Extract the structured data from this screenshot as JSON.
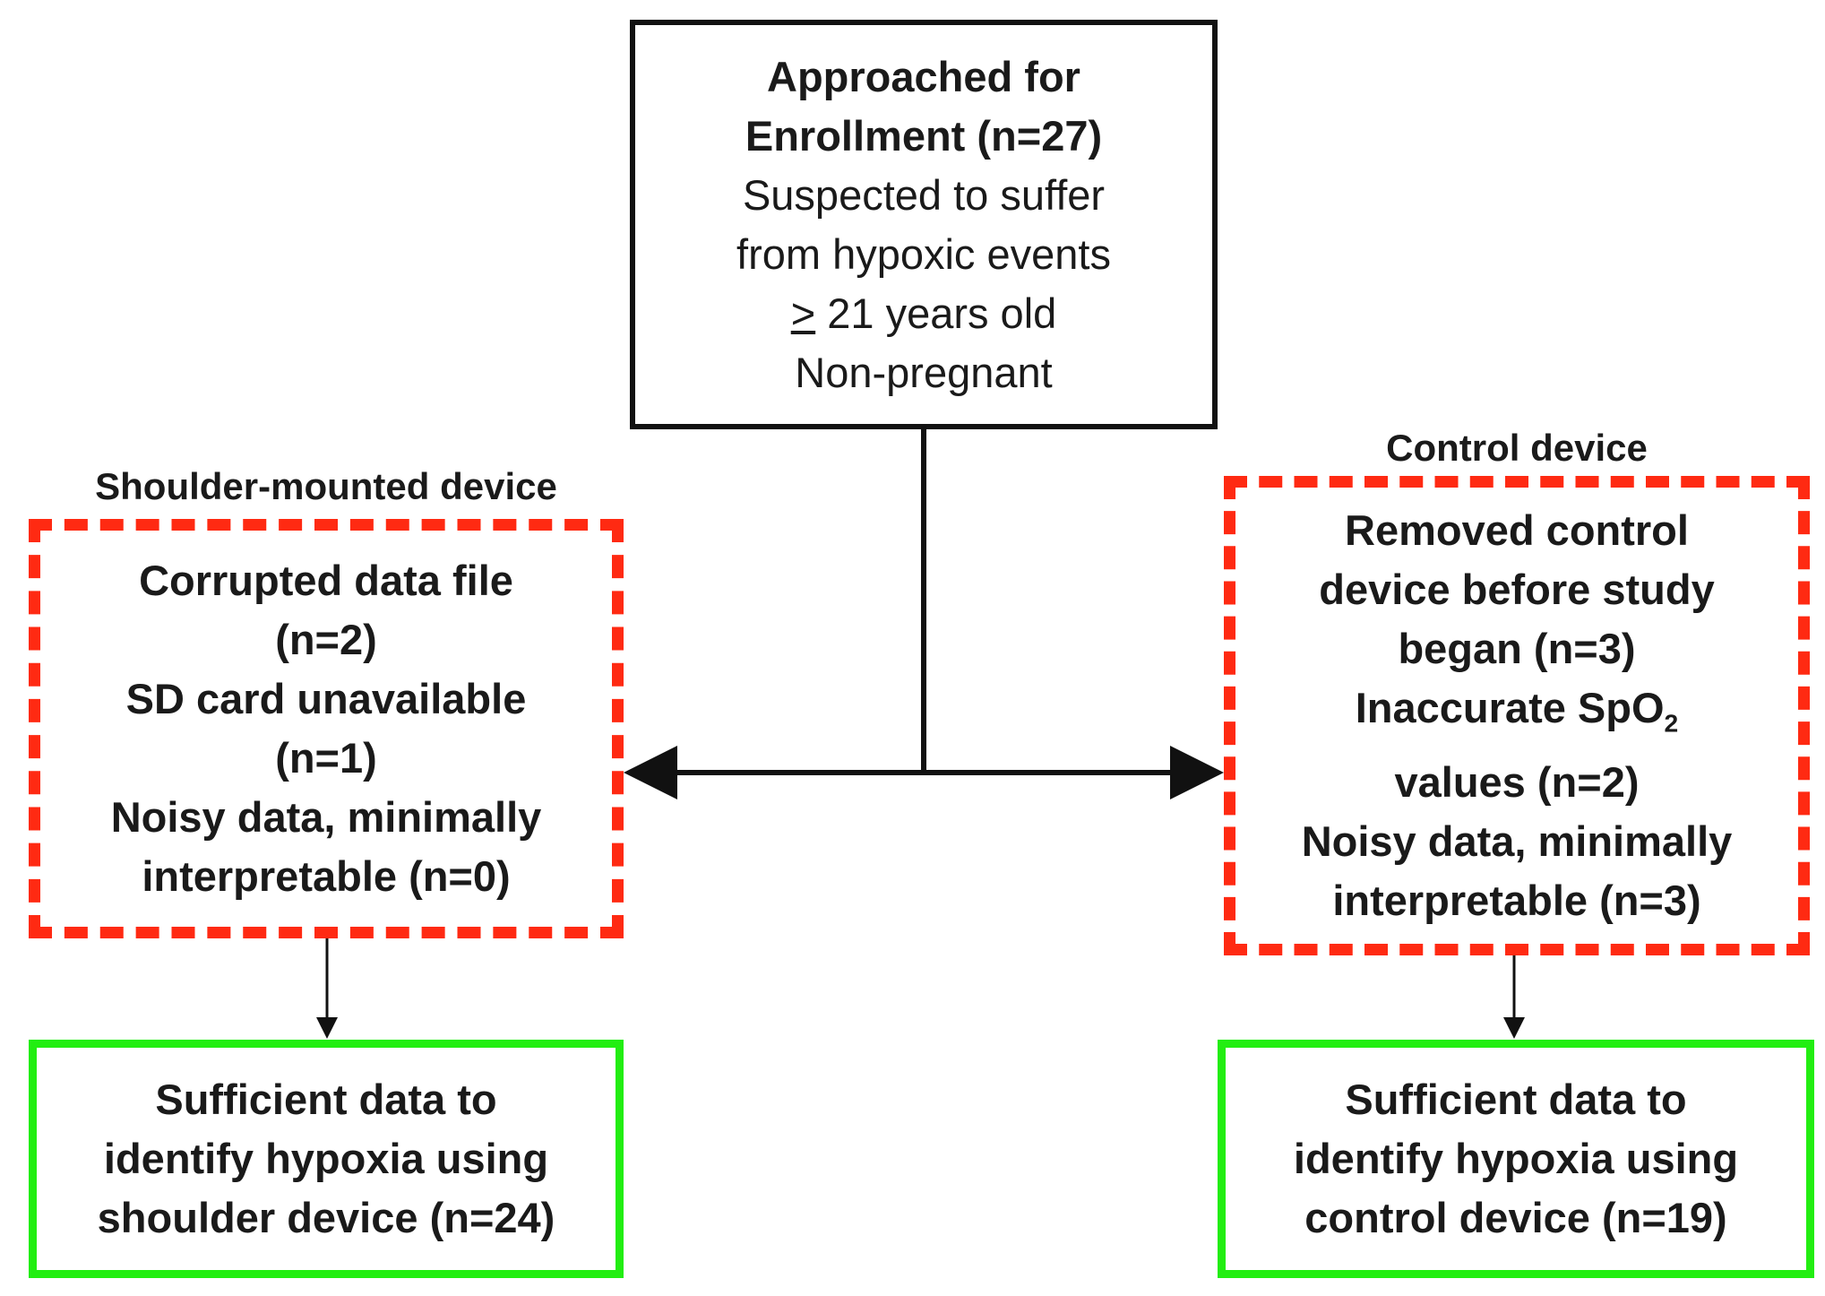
{
  "top_box": {
    "title_line1": "Approached for",
    "title_line2": "Enrollment (n=27)",
    "criteria": [
      "Suspected to suffer",
      "from hypoxic events"
    ],
    "age_symbol": ">",
    "age_text": " 21 years old",
    "pregnancy": "Non-pregnant"
  },
  "left_group": {
    "label": "Shoulder-mounted device",
    "exclusions": [
      "Corrupted data file",
      "(n=2)",
      "SD card unavailable",
      "(n=1)",
      "Noisy data, minimally",
      "interpretable (n=0)"
    ],
    "result": [
      "Sufficient data to",
      "identify hypoxia using",
      "shoulder device (n=24)"
    ]
  },
  "right_group": {
    "label": "Control device",
    "exclusions_before": [
      "Removed control",
      "device before study",
      "began (n=3)"
    ],
    "spo2_prefix": "Inaccurate SpO",
    "spo2_subscript": "2",
    "exclusions_after": [
      "values (n=2)",
      "Noisy data, minimally",
      "interpretable (n=3)"
    ],
    "result": [
      "Sufficient data to",
      "identify hypoxia using",
      "control device (n=19)"
    ]
  },
  "colors": {
    "box_border": "#111111",
    "exclusion_border": "#ff2a12",
    "result_border": "#22ee11",
    "text": "#1a1a1a"
  }
}
